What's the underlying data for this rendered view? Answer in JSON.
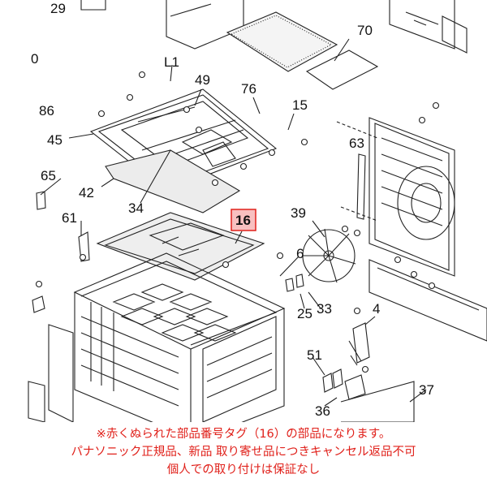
{
  "labels": {
    "l29": "29",
    "l0": "0",
    "l86": "86",
    "l45": "45",
    "l65": "65",
    "l42": "42",
    "l61": "61",
    "lL1": "L1",
    "l49": "49",
    "l76": "76",
    "l15": "15",
    "l70": "70",
    "l63": "63",
    "l34": "34",
    "l16": "16",
    "l39": "39",
    "l6": "6",
    "l25": "25",
    "l33": "33",
    "l4": "4",
    "l51": "51",
    "l36": "36",
    "l37": "37"
  },
  "highlight": {
    "border_color": "#e0201a",
    "fill_color": "#f8c0c0"
  },
  "notice": {
    "line1": "※赤くぬられた部品番号タグ（16）の部品になります。",
    "line2": "パナソニック正規品、新品 取り寄せ品につきキャンセル返品不可",
    "line3": "個人での取り付けは保証なし",
    "color": "#e0201a"
  }
}
